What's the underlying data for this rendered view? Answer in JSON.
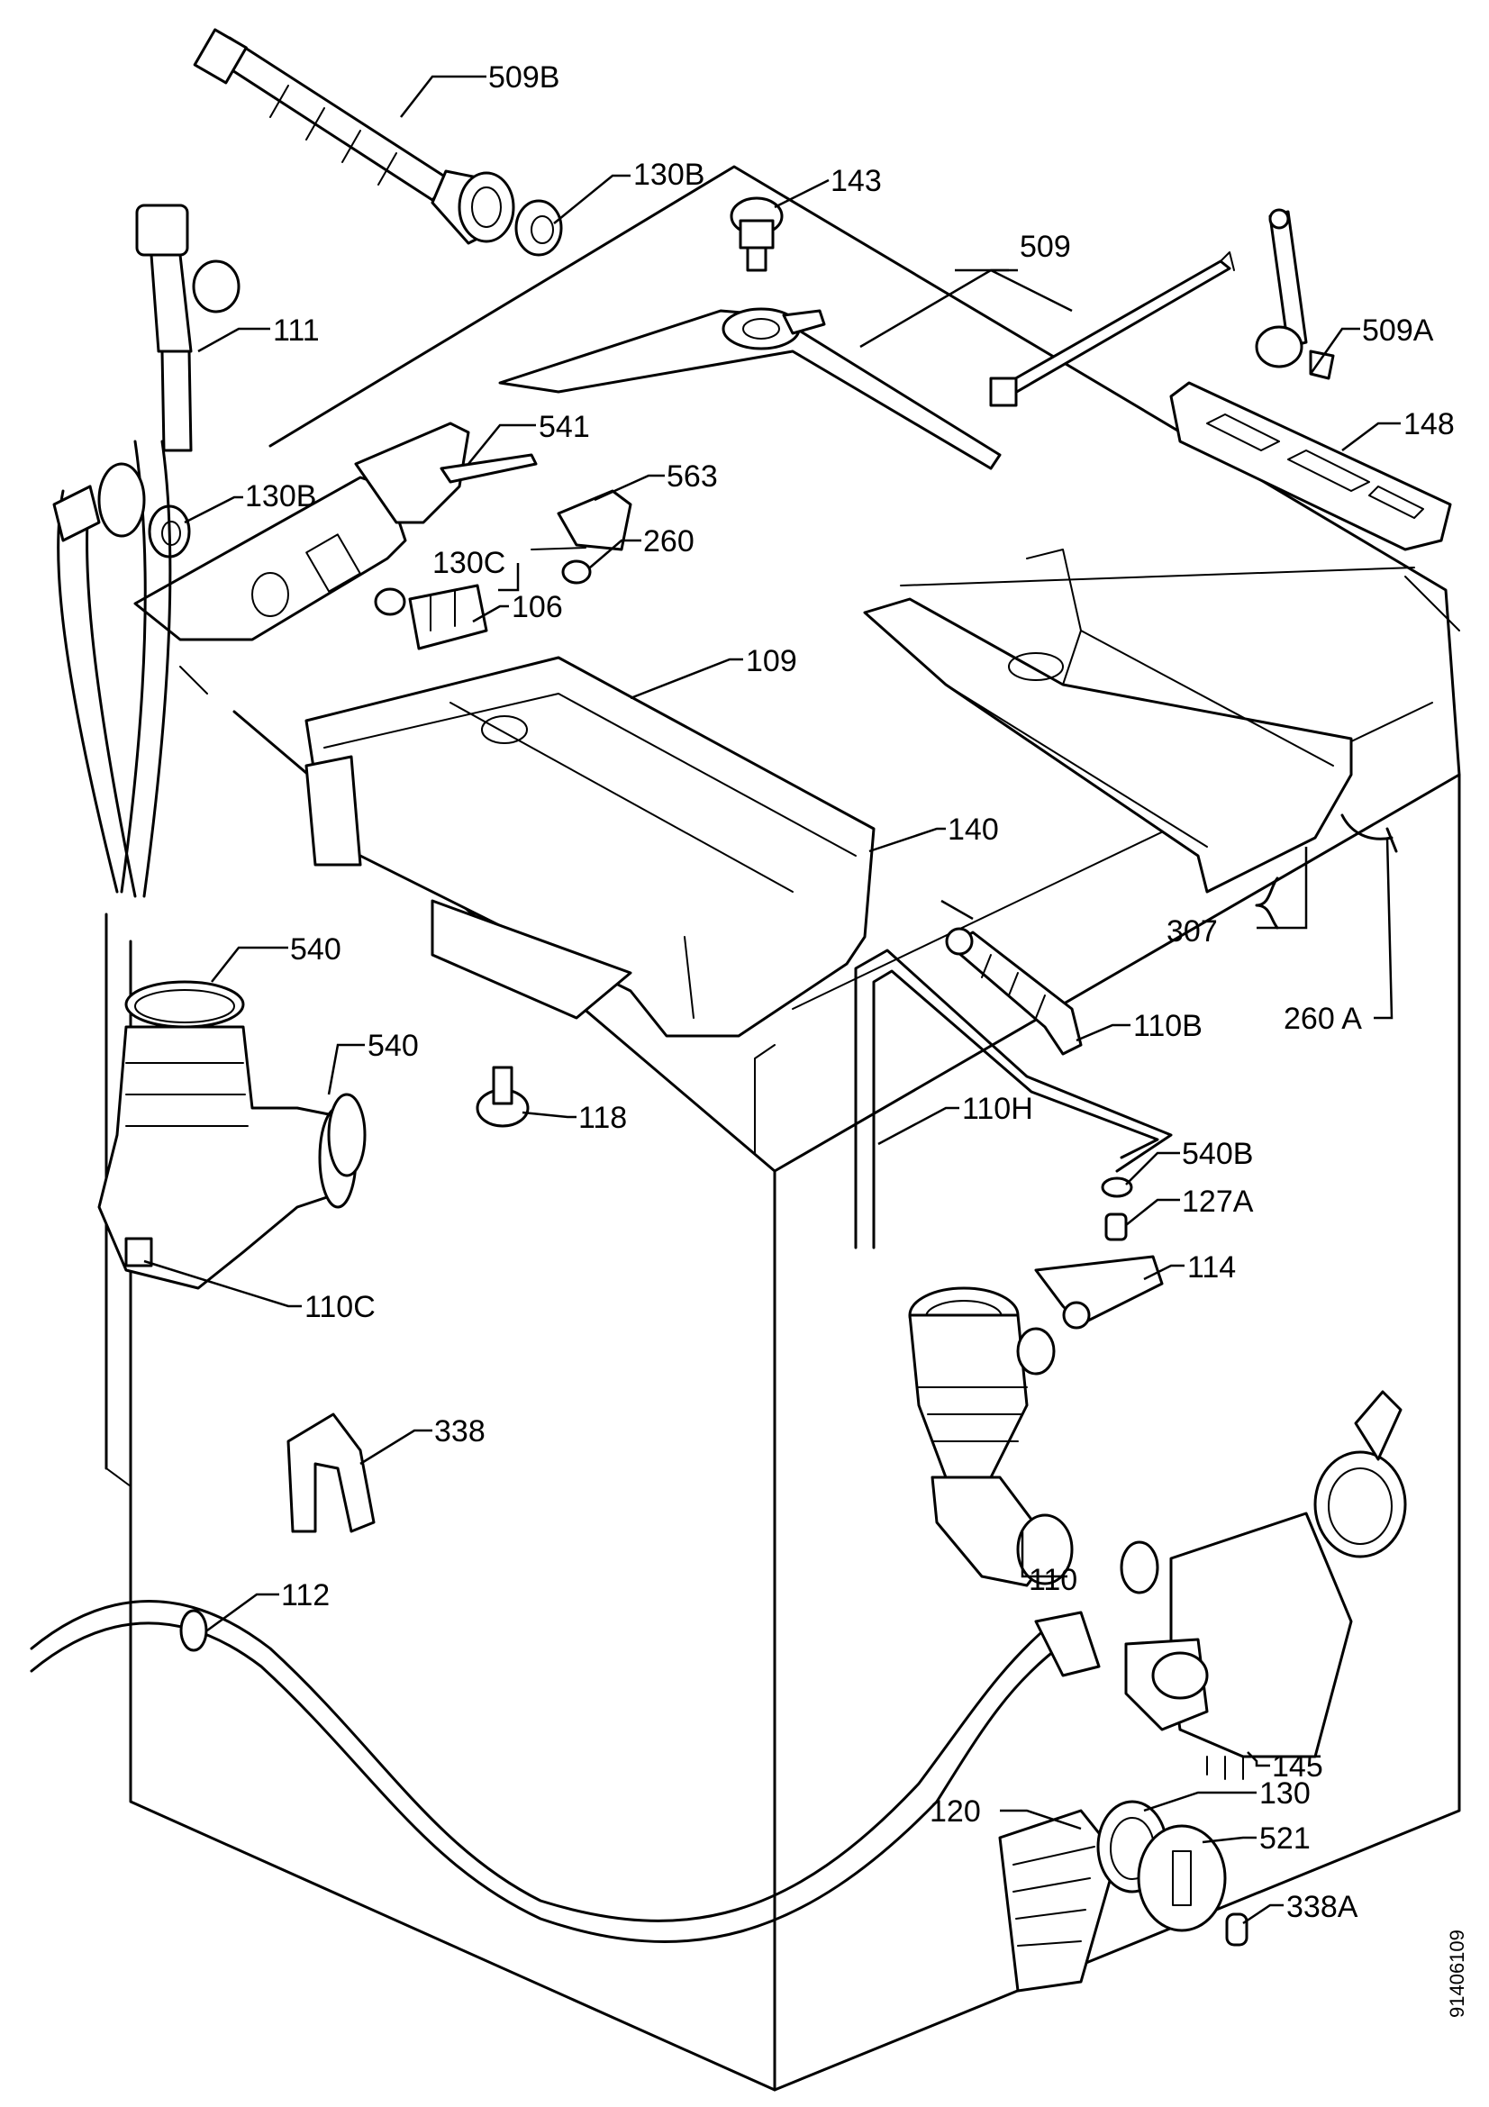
{
  "drawing_code": "91406109",
  "labels": [
    {
      "id": "509B",
      "text": "509B"
    },
    {
      "id": "130B_top",
      "text": "130B"
    },
    {
      "id": "143",
      "text": "143"
    },
    {
      "id": "509",
      "text": "509"
    },
    {
      "id": "111",
      "text": "111"
    },
    {
      "id": "509A",
      "text": "509A"
    },
    {
      "id": "541",
      "text": "541"
    },
    {
      "id": "148",
      "text": "148"
    },
    {
      "id": "130B_left",
      "text": "130B"
    },
    {
      "id": "563",
      "text": "563"
    },
    {
      "id": "260",
      "text": "260"
    },
    {
      "id": "130C",
      "text": "130C"
    },
    {
      "id": "106",
      "text": "106"
    },
    {
      "id": "109",
      "text": "109"
    },
    {
      "id": "140",
      "text": "140"
    },
    {
      "id": "540_a",
      "text": "540"
    },
    {
      "id": "307",
      "text": "307"
    },
    {
      "id": "110B",
      "text": "110B"
    },
    {
      "id": "260A",
      "text": "260 A"
    },
    {
      "id": "540_b",
      "text": "540"
    },
    {
      "id": "118",
      "text": "118"
    },
    {
      "id": "110H",
      "text": "110H"
    },
    {
      "id": "540B",
      "text": "540B"
    },
    {
      "id": "127A",
      "text": "127A"
    },
    {
      "id": "110C",
      "text": "110C"
    },
    {
      "id": "114",
      "text": "114"
    },
    {
      "id": "338",
      "text": "338"
    },
    {
      "id": "110",
      "text": "110"
    },
    {
      "id": "112",
      "text": "112"
    },
    {
      "id": "145",
      "text": "145"
    },
    {
      "id": "130",
      "text": "130"
    },
    {
      "id": "120",
      "text": "120"
    },
    {
      "id": "521",
      "text": "521"
    },
    {
      "id": "338A",
      "text": "338A"
    }
  ]
}
